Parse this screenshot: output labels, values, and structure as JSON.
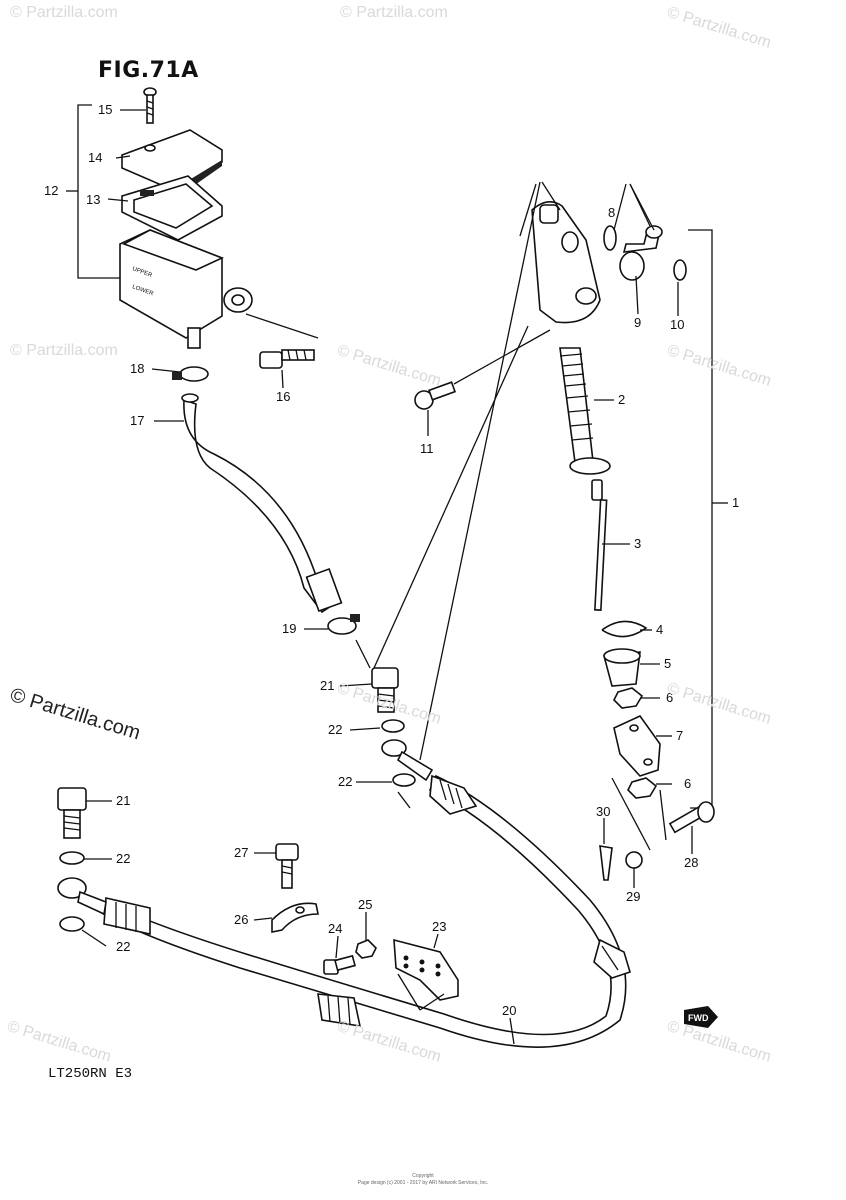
{
  "figure": {
    "title": "FIG.71A",
    "model": "LT250RN  E3"
  },
  "fwd_label": "FWD",
  "watermarks": [
    "© Partzilla.com",
    "© Partzilla.com",
    "© Partzilla.com",
    "© Partzilla.com",
    "© Partzilla.com",
    "© Partzilla.com",
    "© Partzilla.com",
    "© Partzilla.com",
    "© Partzilla.com",
    "© Partzilla.com",
    "© Partzilla.com"
  ],
  "watermark_main": "© Partzilla.com",
  "footer": [
    "Copyright",
    "Page design (c) 2001 - 2017 by ARI Network Services, Inc."
  ],
  "callouts": [
    "1",
    "2",
    "3",
    "4",
    "5",
    "6",
    "6",
    "7",
    "8",
    "9",
    "10",
    "11",
    "12",
    "13",
    "14",
    "15",
    "16",
    "17",
    "18",
    "19",
    "20",
    "21",
    "21",
    "22",
    "22",
    "22",
    "22",
    "23",
    "24",
    "25",
    "26",
    "27",
    "28",
    "29",
    "30"
  ],
  "reservoir_lettering": [
    "UPPER",
    "LOWER"
  ],
  "colors": {
    "ink": "#111111",
    "watermark": "#d9d9d9"
  }
}
